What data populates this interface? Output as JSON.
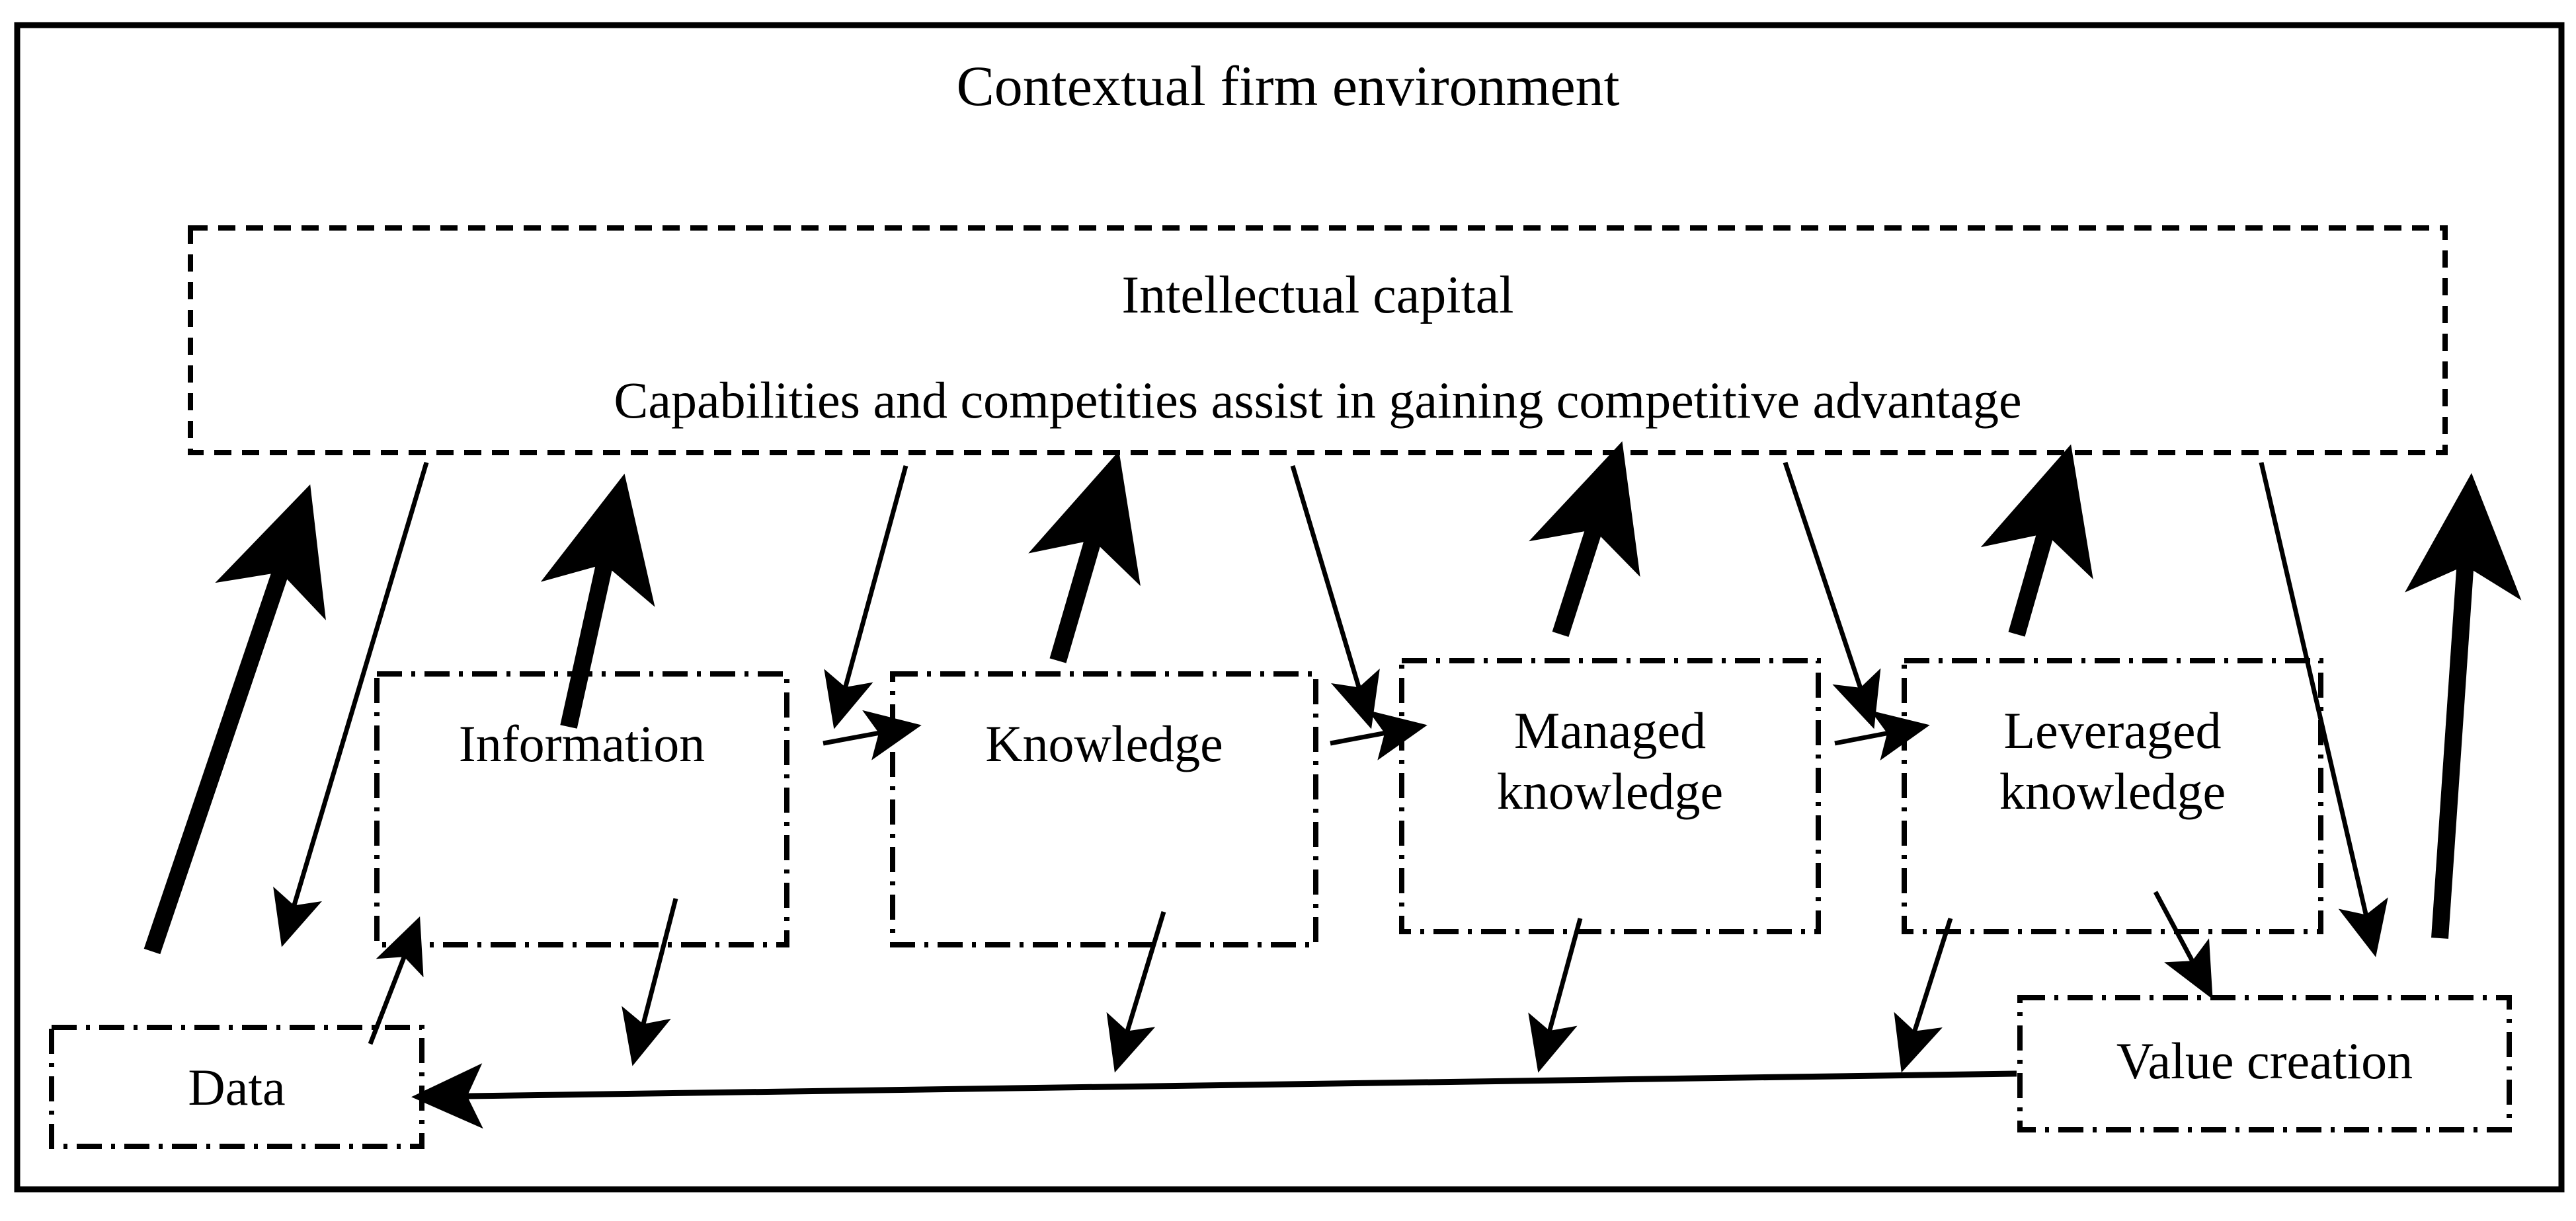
{
  "diagram": {
    "title": "Contextual firm environment",
    "outer_frame_label": "Contextual firm environment",
    "intellectual_capital": {
      "heading": "Intellectual capital",
      "subheading": "Capabilities and competities assist in gaining competitive advantage"
    },
    "nodes": [
      {
        "id": "information",
        "label": "Information"
      },
      {
        "id": "knowledge",
        "label": "Knowledge"
      },
      {
        "id": "managed-knowledge",
        "label": "Managed\nknowledge"
      },
      {
        "id": "leveraged-knowledge",
        "label": "Leveraged\nknowledge"
      },
      {
        "id": "data",
        "label": "Data"
      },
      {
        "id": "value-creation",
        "label": "Value creation"
      }
    ],
    "colors": {
      "stroke": "#000000",
      "background": "#ffffff",
      "frame": "#000000"
    }
  },
  "chart_data": {
    "type": "diagram",
    "title": "Contextual firm environment",
    "nodes": [
      "Contextual firm environment",
      "Intellectual capital",
      "Capabilities and competities assist in gaining competitive advantage",
      "Information",
      "Knowledge",
      "Managed knowledge",
      "Leveraged knowledge",
      "Data",
      "Value creation"
    ],
    "edges": [
      {
        "from": "Data",
        "to": "Intellectual capital",
        "style": "thick-up"
      },
      {
        "from": "Intellectual capital",
        "to": "Data",
        "style": "thin-down"
      },
      {
        "from": "Data",
        "to": "Information",
        "style": "thin-up"
      },
      {
        "from": "Information",
        "to": "Intellectual capital",
        "style": "thick-up"
      },
      {
        "from": "Intellectual capital",
        "to": "Knowledge",
        "style": "thin-down"
      },
      {
        "from": "Information",
        "to": "Knowledge",
        "style": "thin-right"
      },
      {
        "from": "Knowledge",
        "to": "Intellectual capital",
        "style": "thick-up"
      },
      {
        "from": "Intellectual capital",
        "to": "Managed knowledge",
        "style": "thin-down"
      },
      {
        "from": "Knowledge",
        "to": "Managed knowledge",
        "style": "thin-right"
      },
      {
        "from": "Managed knowledge",
        "to": "Intellectual capital",
        "style": "thick-up"
      },
      {
        "from": "Intellectual capital",
        "to": "Leveraged knowledge",
        "style": "thin-down"
      },
      {
        "from": "Managed knowledge",
        "to": "Leveraged knowledge",
        "style": "thin-right"
      },
      {
        "from": "Leveraged knowledge",
        "to": "Intellectual capital",
        "style": "thick-up"
      },
      {
        "from": "Intellectual capital",
        "to": "Value creation",
        "style": "thin-down"
      },
      {
        "from": "Value creation",
        "to": "Intellectual capital",
        "style": "thick-up"
      },
      {
        "from": "Information",
        "to": "bottom-flow",
        "style": "thin-down"
      },
      {
        "from": "Knowledge",
        "to": "bottom-flow",
        "style": "thin-down"
      },
      {
        "from": "Managed knowledge",
        "to": "bottom-flow",
        "style": "thin-down"
      },
      {
        "from": "Leveraged knowledge",
        "to": "bottom-flow",
        "style": "thin-down"
      },
      {
        "from": "Leveraged knowledge",
        "to": "Value creation",
        "style": "thin-down"
      },
      {
        "from": "Value creation",
        "to": "Data",
        "style": "thin-left-long"
      }
    ]
  }
}
